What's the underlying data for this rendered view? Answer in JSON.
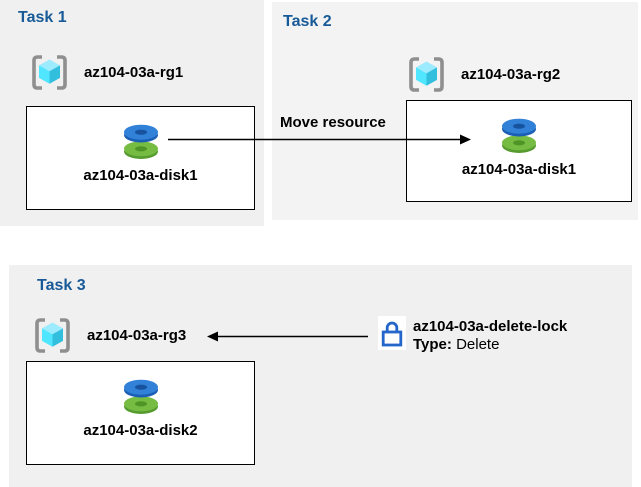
{
  "colors": {
    "panel_gray": "#f0f0f0",
    "panel_gray_light": "#f3f3f3",
    "heading_blue": "#185a97",
    "box_border": "#000000",
    "arrow_black": "#000000",
    "lock_blue": "#2566cb",
    "rg_bracket_gray": "#8f8f8f",
    "rg_cube_top": "#9cebff",
    "rg_cube_left": "#50e6ff",
    "rg_cube_right": "#32bedd",
    "disk_blue_top": "#3181d8",
    "disk_blue_side": "#1a5fb4",
    "disk_green_top": "#76bc43",
    "disk_green_side": "#569b2f"
  },
  "icons": {
    "resource_group": "resource-group-icon",
    "disk": "disk-icon",
    "lock": "lock-icon",
    "arrow_right": "arrow-right",
    "arrow_left": "arrow-left"
  },
  "panels": {
    "task1": {
      "title": "Task 1",
      "rg": "az104-03a-rg1",
      "disk": "az104-03a-disk1"
    },
    "task2": {
      "title": "Task 2",
      "rg": "az104-03a-rg2",
      "disk": "az104-03a-disk1"
    },
    "task3": {
      "title": "Task 3",
      "rg": "az104-03a-rg3",
      "disk": "az104-03a-disk2"
    }
  },
  "move_arrow": {
    "label": "Move resource"
  },
  "lock": {
    "name": "az104-03a-delete-lock",
    "type_label": "Type:",
    "type_value": "Delete"
  }
}
